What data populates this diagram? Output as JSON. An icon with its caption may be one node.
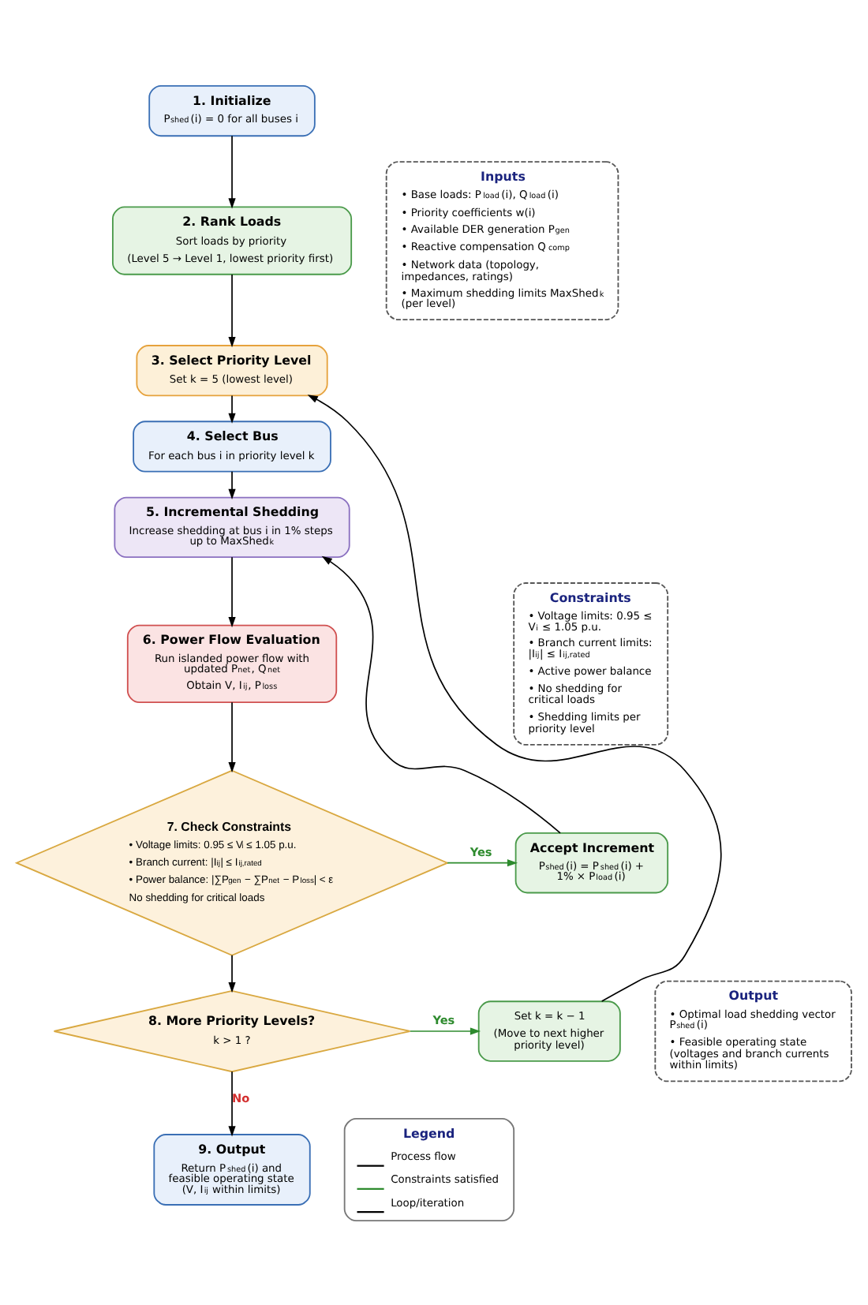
{
  "diagram": {
    "nodes": [
      {
        "text": [
          "1. Initialize",
          "P$_{shed}$(i) = 0 for all buses i"
        ]
      },
      {
        "text": [
          "2. Rank Loads",
          "Sort loads by priority",
          "(Level 5 → Level 1, lowest priority first)"
        ]
      },
      {
        "text": [
          "3. Select Priority Level",
          "Set k = 5 (lowest level)"
        ]
      },
      {
        "text": [
          "4. Select Bus",
          "For each bus i in priority level k"
        ]
      },
      {
        "text": [
          "5. Incremental Shedding",
          "Increase shedding at bus i in 1% steps up to MaxShed$_{k}$"
        ]
      },
      {
        "text": [
          "6. Power Flow Evaluation",
          "Run islanded power flow with updated P$_{net}$, Q$_{net}$",
          "Obtain V, I$_{ij}$, P$_{loss}$"
        ]
      },
      {
        "text": [
          "7. Check Constraints",
          "• Voltage limits: 0.95 ≤ V$_{i}$ ≤ 1.05 p.u.",
          "• Branch current: |I$_{ij}$| ≤ I$_{ij,rated}$",
          "• Power balance: |∑P$_{gen}$ − ∑P$_{net}$ − P$_{loss}$| < ε",
          "No shedding for critical loads"
        ]
      },
      {
        "text": [
          "Accept Increment",
          "P$_{shed}$(i) = P$_{shed}$(i) + 1% × P$_{load}$(i)"
        ]
      },
      {
        "text": [
          "8. More Priority Levels?",
          "k > 1 ?"
        ]
      },
      {
        "text": [
          "Set k = k − 1",
          "(Move to next higher priority level)"
        ]
      },
      {
        "text": [
          "9. Output",
          "Return P$_{shed}$(i) and feasible operating state (V, I$_{ij}$ within limits)"
        ]
      },
      {
        "text": [
          "Inputs",
          "• Base loads: P$_{load}$(i), Q$_{load}$(i)",
          "• Priority coefficients w(i)",
          "• Available DER generation P$_{gen}$",
          "• Reactive compensation Q$_{comp}$",
          "• Network data (topology, impedances, ratings)",
          "• Maximum shedding limits MaxShed$_{k}$ (per level)"
        ]
      },
      {
        "text": [
          "Constraints",
          "• Voltage limits: 0.95 ≤ V$_{i}$ ≤ 1.05 p.u.",
          "• Branch current limits: |I$_{ij}$| ≤ I$_{ij,rated}$",
          "• Active power balance",
          "• No shedding for critical loads",
          "• Shedding limits per priority level"
        ]
      },
      {
        "text": [
          "Output",
          "• Optimal load shedding vector P$_{shed}$(i)",
          "• Feasible operating state (voltages and branch currents within limits)"
        ]
      }
    ],
    "edges": [
      {
        "from": 0,
        "to": 1,
        "arrow": "to"
      },
      {
        "from": 1,
        "to": 2,
        "arrow": "to"
      },
      {
        "from": 2,
        "to": 3,
        "arrow": "to"
      },
      {
        "from": 3,
        "to": 4,
        "arrow": "to"
      },
      {
        "from": 4,
        "to": 5,
        "arrow": "to"
      },
      {
        "from": 5,
        "to": 6,
        "arrow": "to"
      },
      {
        "from": 6,
        "to": 7,
        "arrow": "to",
        "label": "Yes",
        "color": "#2e8b2e"
      },
      {
        "from": 7,
        "to": 4,
        "arrow": "to"
      },
      {
        "from": 6,
        "to": 8,
        "arrow": "to"
      },
      {
        "from": 8,
        "to": 9,
        "arrow": "to",
        "label": "Yes",
        "color": "#2e8b2e"
      },
      {
        "from": 9,
        "to": 2,
        "arrow": "to"
      },
      {
        "from": 8,
        "to": 10,
        "arrow": "to",
        "label": "No"
      }
    ],
    "labels": [
      "Legend"
    ],
    "legend": [
      {
        "text": "Process flow"
      },
      {
        "text": "Constraints satisfied"
      },
      {
        "text": "Loop/iteration"
      }
    ]
  }
}
